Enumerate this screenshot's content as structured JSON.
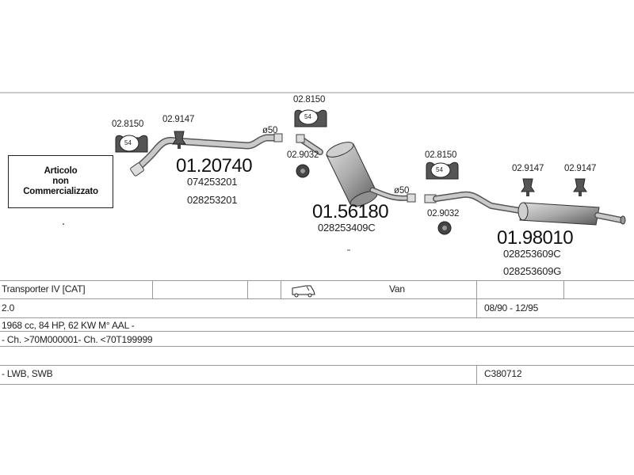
{
  "notice": {
    "line1": "Articolo",
    "line2": "non",
    "line3": "Commercializzato"
  },
  "parts": {
    "front_pipe": {
      "number": "01.20740",
      "oem": [
        "074253201",
        "028253201"
      ]
    },
    "middle_silencer": {
      "number": "01.56180",
      "oem": [
        "028253409C"
      ]
    },
    "rear_silencer": {
      "number": "01.98010",
      "oem": [
        "028253609C",
        "028253609G"
      ]
    }
  },
  "mounts": {
    "rubber_hanger_1": "02.8150",
    "rubber_hanger_1_ring": "54",
    "hanger_1": "02.9147",
    "rubber_hanger_2": "02.8150",
    "rubber_hanger_2_ring": "54",
    "clamp_1": "02.9032",
    "rubber_hanger_3": "02.8150",
    "rubber_hanger_3_ring": "54",
    "clamp_2": "02.9032",
    "hanger_2": "02.9147",
    "hanger_3": "02.9147"
  },
  "diameters": {
    "d1": "ø50",
    "d2": "ø50"
  },
  "vehicle_table": {
    "model": "Transporter IV  [CAT]",
    "body_icon": "van-icon",
    "body_type": "Van",
    "engine": "2.0",
    "years": "08/90 - 12/95",
    "engine_details": "1968 cc, 84 HP, 62 KW M° AAL -",
    "chassis": "- Ch. >70M000001- Ch. <70T199999",
    "wheelbase": "- LWB, SWB",
    "code": "C380712"
  },
  "colors": {
    "line": "#9a9a9a",
    "part_fill": "#bdbdbd",
    "ink": "#222222"
  }
}
